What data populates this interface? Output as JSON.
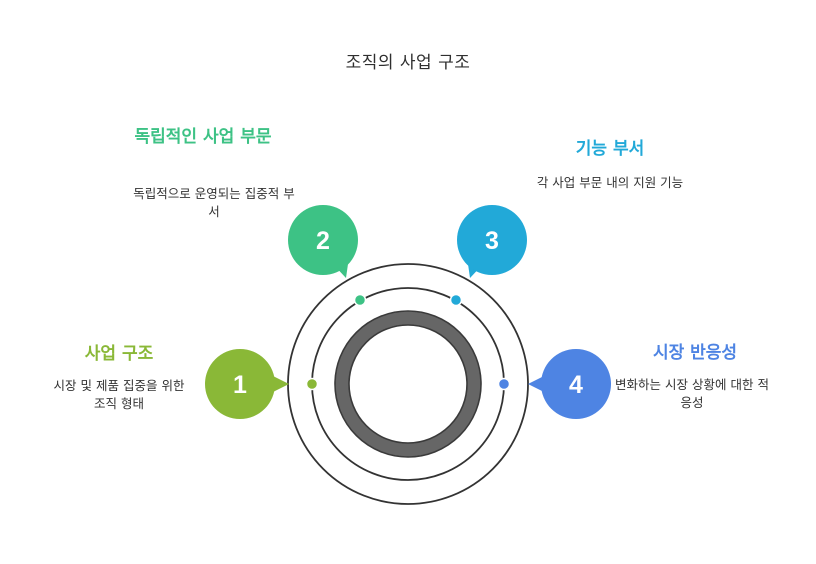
{
  "title": "조직의 사업 구조",
  "colors": {
    "green": "#8ab837",
    "teal": "#3dc285",
    "blue": "#22a9d8",
    "royal": "#4e84e3",
    "core": "#666666",
    "ring": "#333333"
  },
  "items": [
    {
      "number": "1",
      "heading": "사업 구조",
      "description": "시장 및 제품 집중을 위한 조직 형태",
      "color": "#8ab837"
    },
    {
      "number": "2",
      "heading": "독립적인 사업 부문",
      "description": "독립적으로 운영되는 집중적 부서",
      "color": "#3dc285"
    },
    {
      "number": "3",
      "heading": "기능 부서",
      "description": "각 사업 부문 내의 지원 기능",
      "color": "#22a9d8"
    },
    {
      "number": "4",
      "heading": "시장 반응성",
      "description": "변화하는 시장 상황에 대한 적응성",
      "color": "#4e84e3"
    }
  ]
}
